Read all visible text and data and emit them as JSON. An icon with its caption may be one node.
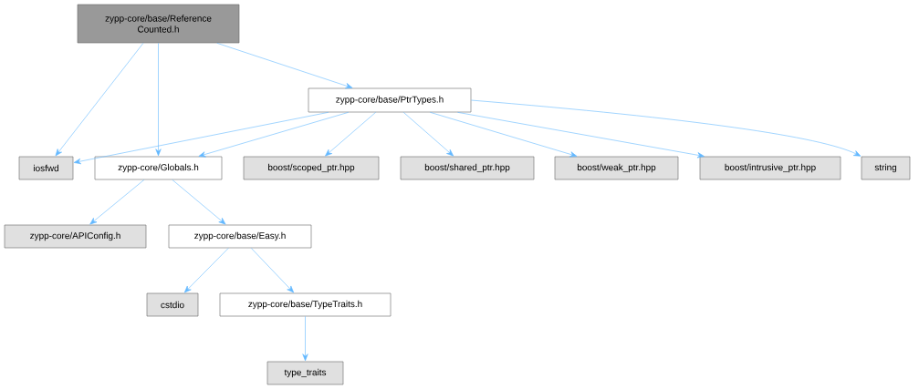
{
  "diagram": {
    "nodes": [
      {
        "text": [
          "zypp-core/base/Reference Counted.h"
        ]
      },
      {
        "text": [
          "zypp-core/base/PtrTypes.h"
        ]
      },
      {
        "text": [
          "iosfwd"
        ]
      },
      {
        "text": [
          "zypp-core/Globals.h"
        ]
      },
      {
        "text": [
          "boost/scoped_ptr.hpp"
        ]
      },
      {
        "text": [
          "boost/shared_ptr.hpp"
        ]
      },
      {
        "text": [
          "boost/weak_ptr.hpp"
        ]
      },
      {
        "text": [
          "boost/intrusive_ptr.hpp"
        ]
      },
      {
        "text": [
          "string"
        ]
      },
      {
        "text": [
          "zypp-core/APIConfig.h"
        ]
      },
      {
        "text": [
          "zypp-core/base/Easy.h"
        ]
      },
      {
        "text": [
          "cstdio"
        ]
      },
      {
        "text": [
          "zypp-core/base/TypeTraits.h"
        ]
      },
      {
        "text": [
          "type_traits"
        ]
      }
    ],
    "edges": [
      {
        "from": 0,
        "to": 2,
        "arrow": "to"
      },
      {
        "from": 0,
        "to": 3,
        "arrow": "to"
      },
      {
        "from": 0,
        "to": 1,
        "arrow": "to"
      },
      {
        "from": 1,
        "to": 2,
        "arrow": "to"
      },
      {
        "from": 1,
        "to": 3,
        "arrow": "to"
      },
      {
        "from": 1,
        "to": 4,
        "arrow": "to"
      },
      {
        "from": 1,
        "to": 5,
        "arrow": "to"
      },
      {
        "from": 1,
        "to": 6,
        "arrow": "to"
      },
      {
        "from": 1,
        "to": 7,
        "arrow": "to"
      },
      {
        "from": 1,
        "to": 8,
        "arrow": "to"
      },
      {
        "from": 3,
        "to": 9,
        "arrow": "to"
      },
      {
        "from": 3,
        "to": 10,
        "arrow": "to"
      },
      {
        "from": 10,
        "to": 11,
        "arrow": "to"
      },
      {
        "from": 10,
        "to": 12,
        "arrow": "to"
      },
      {
        "from": 12,
        "to": 13,
        "arrow": "to"
      }
    ]
  }
}
